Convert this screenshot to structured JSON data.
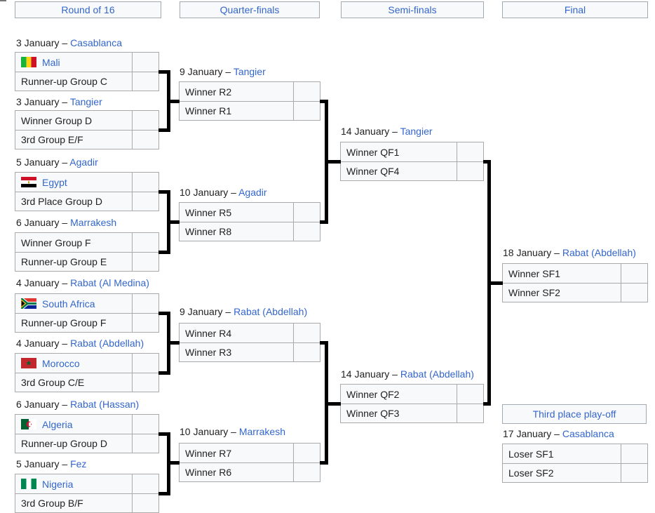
{
  "colors": {
    "link_blue": "#3366cc",
    "box_background": "#f8f9fa",
    "box_border": "#aaaaaa",
    "header_border": "#a2a9b1",
    "bracket_line": "#000000",
    "text": "#202122"
  },
  "round_headers": {
    "r16": "Round of 16",
    "qf": "Quarter-finals",
    "sf": "Semi-finals",
    "final": "Final"
  },
  "third_place_title": "Third place play-off",
  "matches": [
    {
      "id": "r16-1",
      "date": "3 January –",
      "venue": "Casablanca",
      "team1": "Mali",
      "team1_flag": "mali-flag",
      "team2": "Runner-up Group C"
    },
    {
      "id": "r16-2",
      "date": "3 January –",
      "venue": "Tangier",
      "team1": "Winner Group D",
      "team2": "3rd Group E/F"
    },
    {
      "id": "r16-3",
      "date": "5 January –",
      "venue": "Agadir",
      "team1": "Egypt",
      "team1_flag": "egypt-flag",
      "team2": "3rd Place Group D"
    },
    {
      "id": "r16-4",
      "date": "6 January –",
      "venue": "Marrakesh",
      "team1": "Winner Group F",
      "team2": "Runner-up Group E"
    },
    {
      "id": "r16-5",
      "date": "4 January –",
      "venue": "Rabat (Al Medina)",
      "team1": "South Africa",
      "team1_flag": "south-africa-flag",
      "team2": "Runner-up Group F"
    },
    {
      "id": "r16-6",
      "date": "4 January –",
      "venue": "Rabat (Abdellah)",
      "team1": "Morocco",
      "team1_flag": "morocco-flag",
      "team2": "3rd Group C/E"
    },
    {
      "id": "r16-7",
      "date": "6 January –",
      "venue": "Rabat (Hassan)",
      "team1": "Algeria",
      "team1_flag": "algeria-flag",
      "team2": "Runner-up Group D"
    },
    {
      "id": "r16-8",
      "date": "5 January –",
      "venue": "Fez",
      "team1": "Nigeria",
      "team1_flag": "nigeria-flag",
      "team2": "3rd Group B/F"
    },
    {
      "id": "qf1",
      "date": "9 January –",
      "venue": "Tangier",
      "team1": "Winner R2",
      "team2": "Winner R1"
    },
    {
      "id": "qf2",
      "date": "10 January –",
      "venue": "Agadir",
      "team1": "Winner R5",
      "team2": "Winner R8"
    },
    {
      "id": "qf3",
      "date": "9 January –",
      "venue": "Rabat (Abdellah)",
      "team1": "Winner R4",
      "team2": "Winner R3"
    },
    {
      "id": "qf4",
      "date": "10 January –",
      "venue": "Marrakesh",
      "team1": "Winner R7",
      "team2": "Winner R6"
    },
    {
      "id": "sf1",
      "date": "14 January –",
      "venue": "Tangier",
      "team1": "Winner QF1",
      "team2": "Winner QF4"
    },
    {
      "id": "sf2",
      "date": "14 January –",
      "venue": "Rabat (Abdellah)",
      "team1": "Winner QF2",
      "team2": "Winner QF3"
    },
    {
      "id": "final",
      "date": "18 January –",
      "venue": "Rabat (Abdellah)",
      "team1": "Winner SF1",
      "team2": "Winner SF2"
    },
    {
      "id": "third",
      "date": "17 January –",
      "venue": "Casablanca",
      "team1": "Loser SF1",
      "team2": "Loser SF2"
    }
  ]
}
